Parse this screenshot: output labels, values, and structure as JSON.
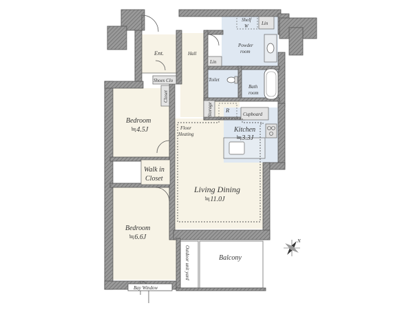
{
  "rooms": {
    "entrance": "Ent.",
    "hall": "Hall",
    "shelf": "Shelf",
    "shelf_mark": "W",
    "linen_top": "Lin",
    "powder_room": [
      "Powder",
      "room"
    ],
    "linen_mid": "Lin",
    "toilet": "Toilet",
    "bath_room": [
      "Bath",
      "room"
    ],
    "shoes_closet": "Shoes Clo",
    "closet": "Closet",
    "storage": "Storage",
    "refrigerator": "R",
    "cupboard": "Cupboard",
    "bedroom1": {
      "name": "Bedroom",
      "size": "≒4.5J"
    },
    "kitchen": {
      "name": "Kitchen",
      "size": "≒3.3J"
    },
    "floor_heating": [
      "Floor",
      "Heating"
    ],
    "walk_in_closet": [
      "Walk in",
      "Closet"
    ],
    "living_dining": {
      "name": "Living Dining",
      "size": "≒11.0J"
    },
    "bedroom2": {
      "name": "Bedroom",
      "size": "≒6.6J"
    },
    "outdoor_unit_yard": "Outdoor unit yard",
    "balcony": "Balcony",
    "bay_window": "Bay Window"
  },
  "compass": "N",
  "colors": {
    "wall": "#8a8a8a",
    "wall_dark": "#555555",
    "room_floor": "#f7f3e6",
    "wet_area": "#dfe8f2",
    "fixture": "#e0e0e0",
    "background": "#ffffff"
  }
}
